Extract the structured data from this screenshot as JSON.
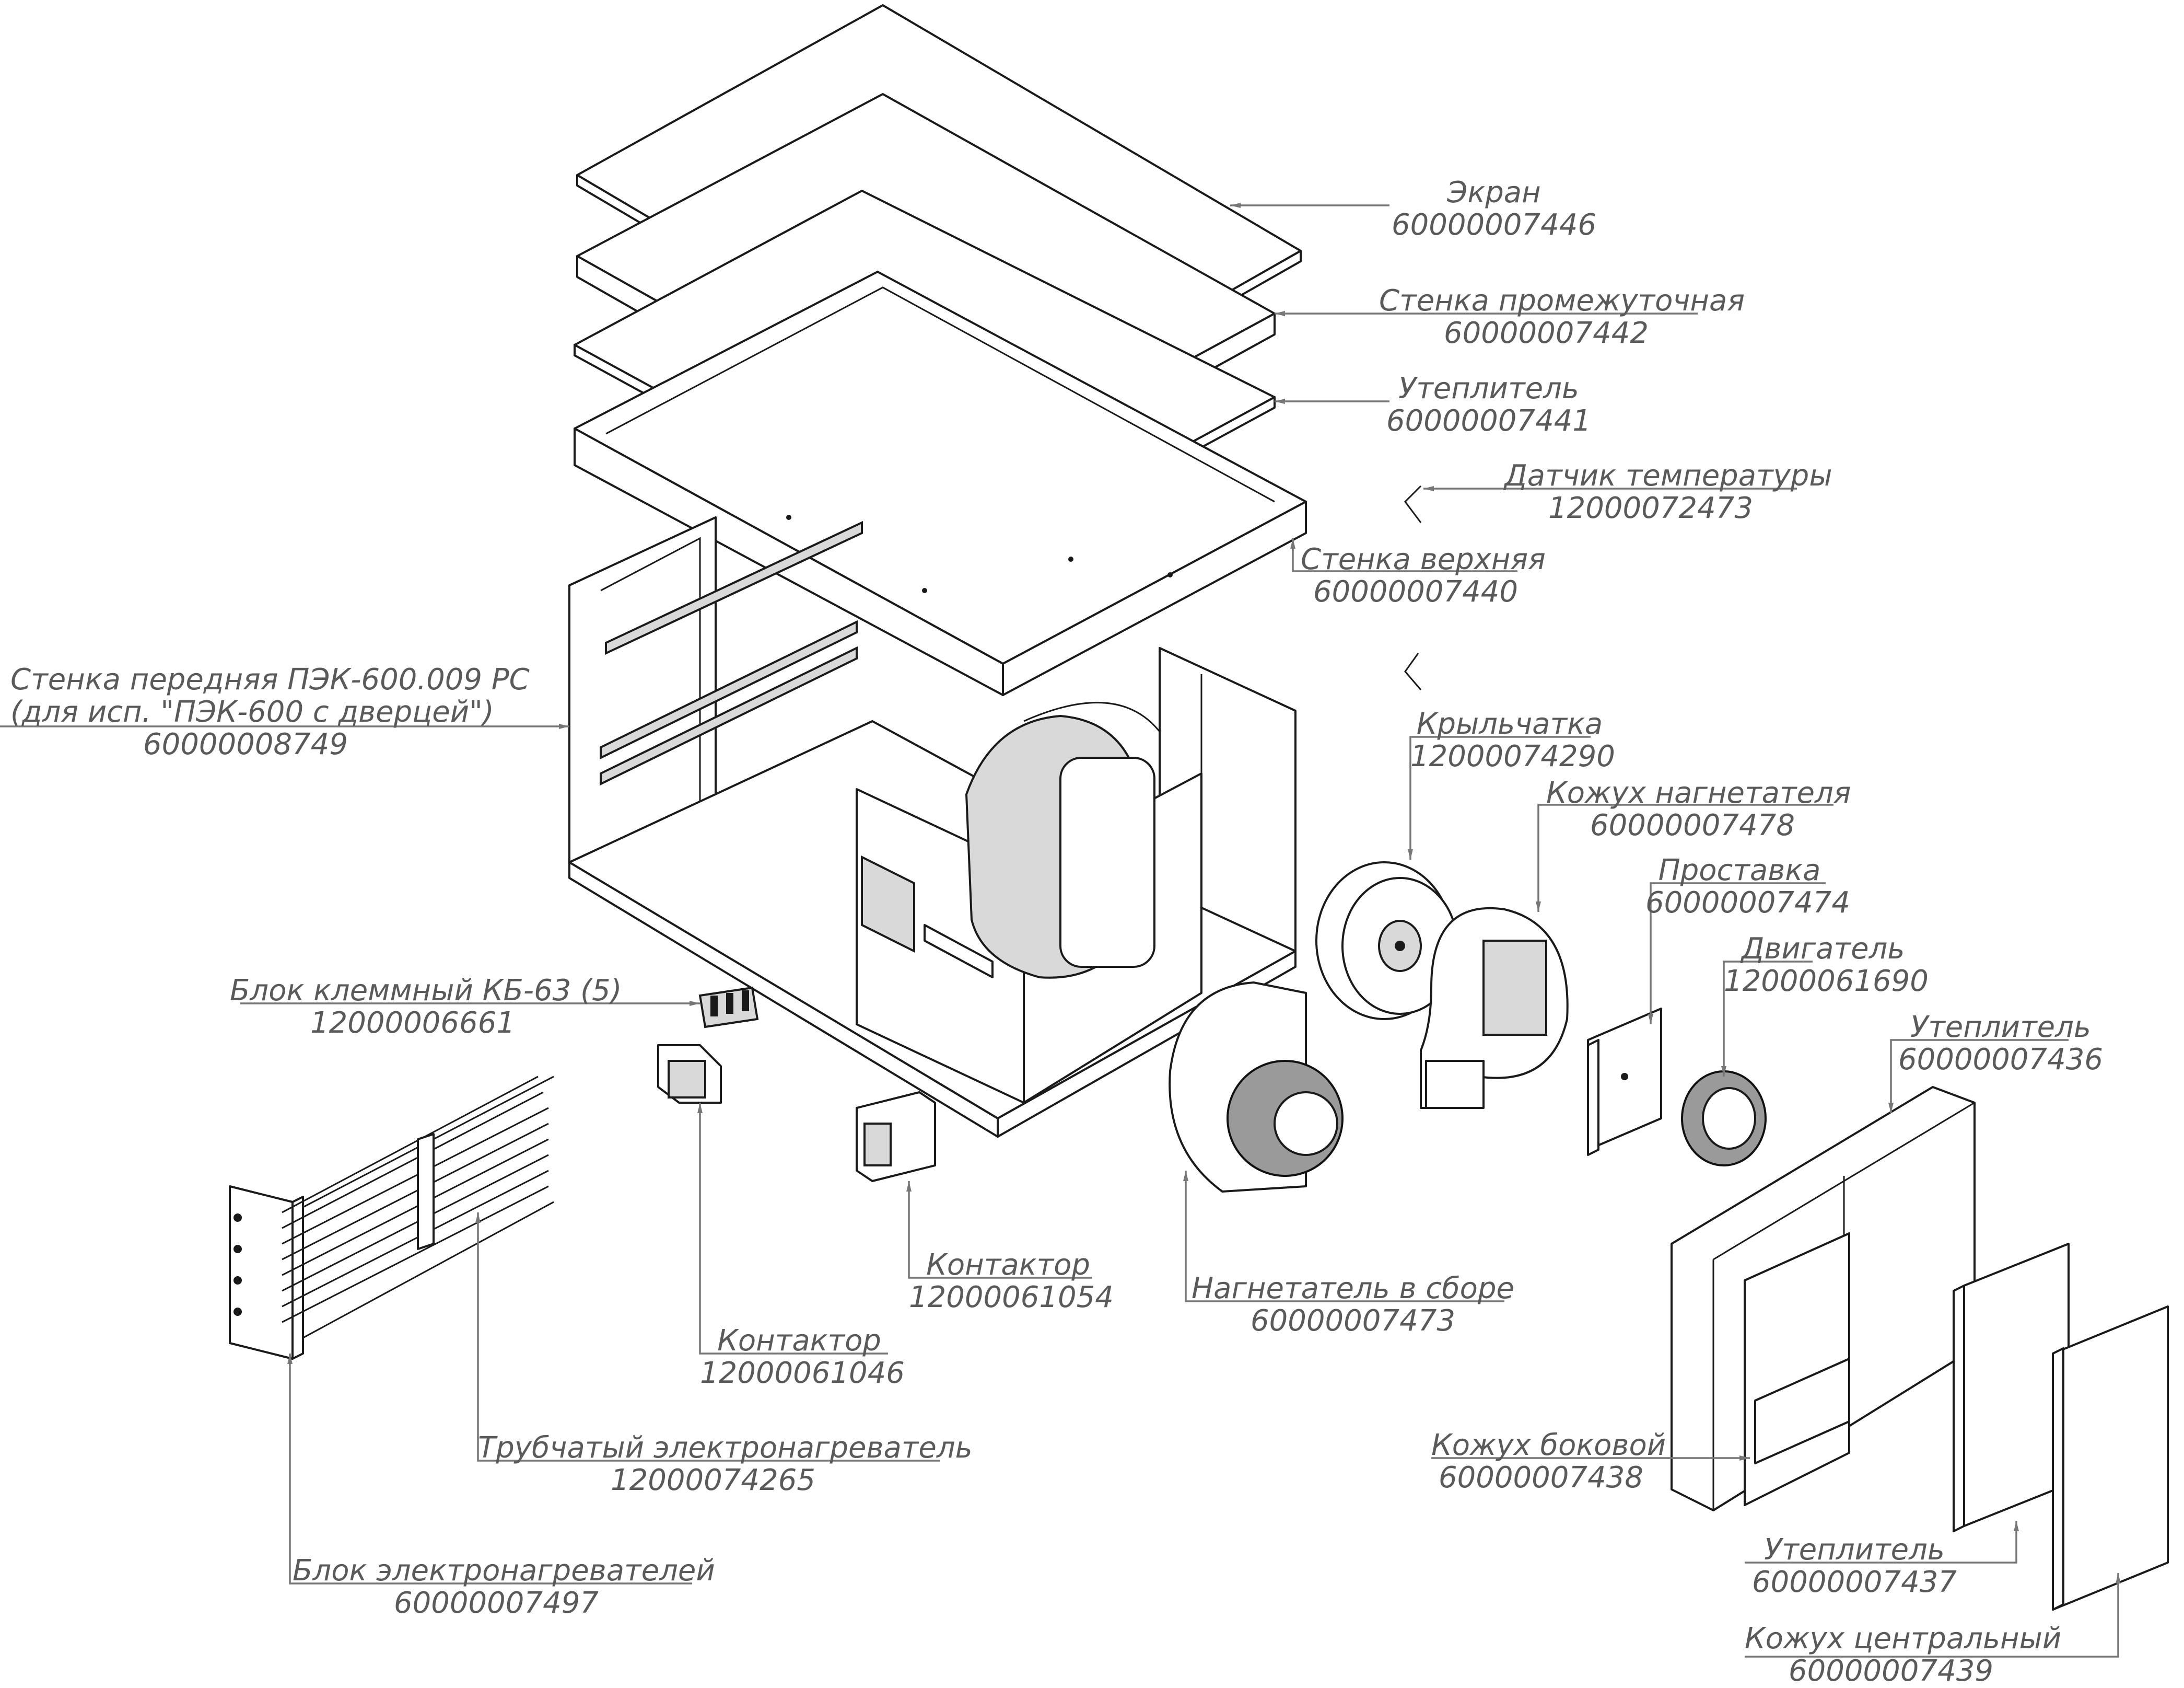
{
  "callouts": [
    {
      "id": "ekran",
      "name": "Экран",
      "code": "60000007446"
    },
    {
      "id": "stenka-promezhutochnaya",
      "name": "Стенка промежуточная",
      "code": "60000007442"
    },
    {
      "id": "uteplitel-441",
      "name": "Утеплитель",
      "code": "60000007441"
    },
    {
      "id": "datchik",
      "name": "Датчик температуры",
      "code": "12000072473"
    },
    {
      "id": "stenka-verhnyaya",
      "name": "Стенка верхняя",
      "code": "60000007440"
    },
    {
      "id": "stenka-perednyaya",
      "name": "Стенка передняя ПЭК-600.009 РС",
      "name2": "(для исп. \"ПЭК-600 с дверцей\")",
      "code": "60000008749"
    },
    {
      "id": "krylchatka",
      "name": "Крыльчатка",
      "code": "12000074290"
    },
    {
      "id": "kozhuh-nagnetatelya",
      "name": "Кожух нагнетателя",
      "code": "60000007478"
    },
    {
      "id": "prostavka",
      "name": "Проставка",
      "code": "60000007474"
    },
    {
      "id": "dvigatel",
      "name": "Двигатель",
      "code": "12000061690"
    },
    {
      "id": "uteplitel-436",
      "name": "Утеплитель",
      "code": "60000007436"
    },
    {
      "id": "blok-klemmnyi",
      "name": "Блок клеммный КБ-63 (5)",
      "code": "12000006661"
    },
    {
      "id": "kontaktor-054",
      "name": "Контактор",
      "code": "12000061054"
    },
    {
      "id": "nagnetatel",
      "name": "Нагнетатель в сборе",
      "code": "60000007473"
    },
    {
      "id": "kontaktor-046",
      "name": "Контактор",
      "code": "12000061046"
    },
    {
      "id": "trubchatyi",
      "name": "Трубчатый электронагреватель",
      "code": "12000074265"
    },
    {
      "id": "kozhuh-bokovoi",
      "name": "Кожух боковой",
      "code": "60000007438"
    },
    {
      "id": "blok-elektronagrevatelei",
      "name": "Блок электронагревателей",
      "code": "60000007497"
    },
    {
      "id": "uteplitel-437",
      "name": "Утеплитель",
      "code": "60000007437"
    },
    {
      "id": "kozhuh-centralnyi",
      "name": "Кожух центральный",
      "code": "60000007439"
    }
  ]
}
